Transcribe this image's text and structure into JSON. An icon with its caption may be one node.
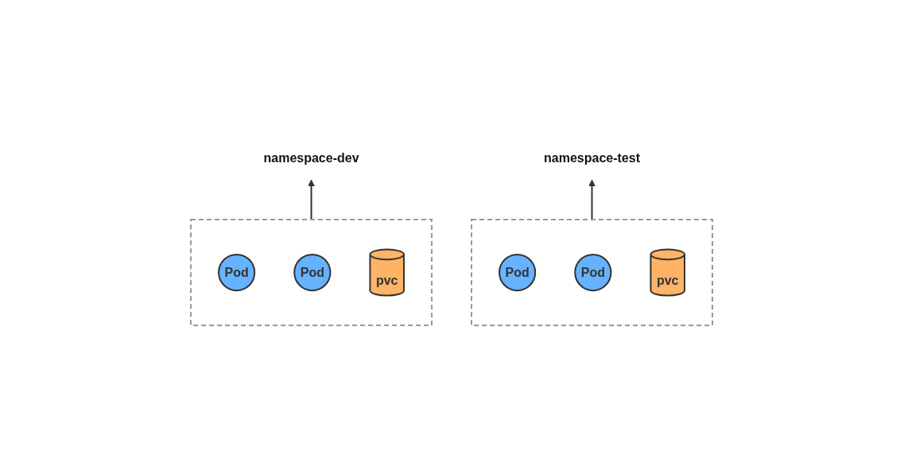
{
  "diagram": {
    "nodes": [
      {
        "text": [
          "namespace-dev"
        ]
      },
      {
        "text": [],
        "shape": "box"
      },
      {
        "text": [
          "Pod"
        ],
        "in": 1
      },
      {
        "text": [
          "Pod"
        ],
        "in": 1
      },
      {
        "text": [
          "pvc"
        ],
        "in": 1
      },
      {
        "text": [
          "namespace-test"
        ]
      },
      {
        "text": [],
        "shape": "box"
      },
      {
        "text": [
          "Pod"
        ],
        "in": 6
      },
      {
        "text": [
          "Pod"
        ],
        "in": 6
      },
      {
        "text": [
          "pvc"
        ],
        "in": 6
      }
    ],
    "edges": [
      {
        "from": 1,
        "to": 0,
        "arrow": "to"
      },
      {
        "from": 6,
        "to": 5,
        "arrow": "to"
      }
    ]
  }
}
